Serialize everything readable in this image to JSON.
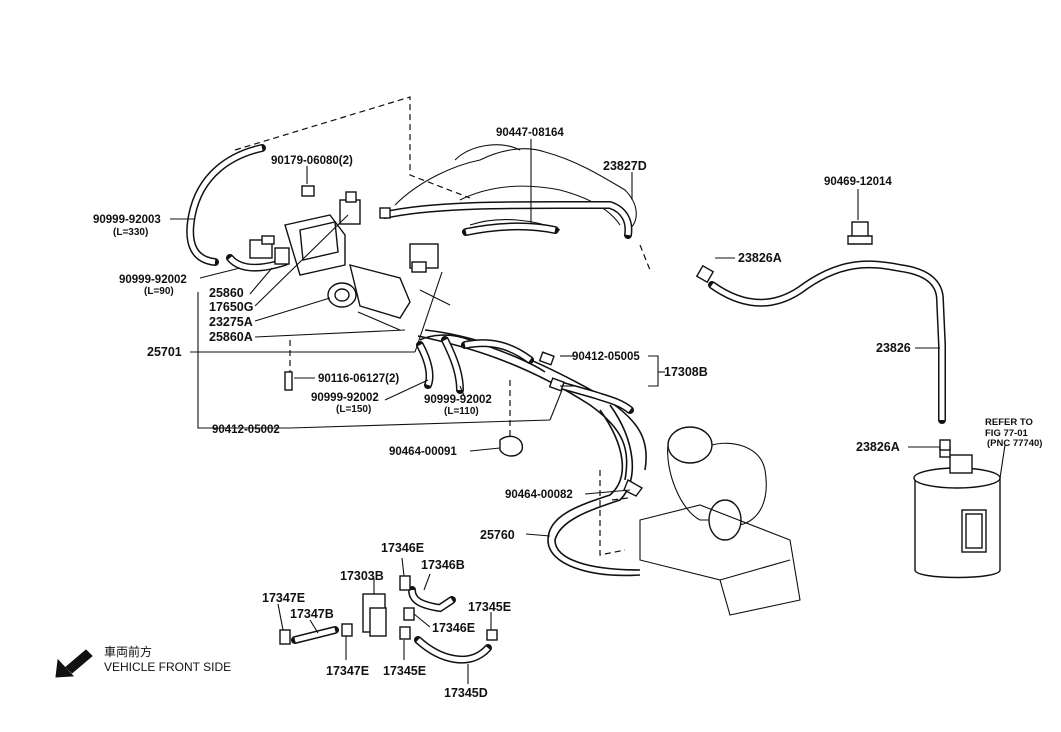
{
  "labels": {
    "p90447_08164": "90447-08164",
    "p23827D": "23827D",
    "p90179_06080": "90179-06080(2)",
    "p90469_12014": "90469-12014",
    "p90999_92003": "90999-92003",
    "p90999_92003_len": "(L=330)",
    "p23826A_top": "23826A",
    "p90999_92002_a": "90999-92002",
    "p90999_92002_a_len": "(L=90)",
    "p25860": "25860",
    "p17650G": "17650G",
    "p23275A": "23275A",
    "p25860A": "25860A",
    "p25701": "25701",
    "p23826": "23826",
    "p90412_05005": "90412-05005",
    "p17308B": "17308B",
    "p90116_06127": "90116-06127(2)",
    "p90999_92002_b": "90999-92002",
    "p90999_92002_b_len": "(L=150)",
    "p90999_92002_c": "90999-92002",
    "p90999_92002_c_len": "(L=110)",
    "p90412_05002": "90412-05002",
    "refer_line1": "REFER TO",
    "refer_line2": "FIG 77-01",
    "refer_line3": "(PNC 77740)",
    "p23826A_bottom": "23826A",
    "p90464_00091": "90464-00091",
    "p90464_00082": "90464-00082",
    "p25760": "25760",
    "p17346E_top": "17346E",
    "p17303B": "17303B",
    "p17346B": "17346B",
    "p17347E_top": "17347E",
    "p17347B": "17347B",
    "p17345E_right": "17345E",
    "p17346E_right": "17346E",
    "p17347E_bottom": "17347E",
    "p17345E_bottom": "17345E",
    "p17345D": "17345D"
  },
  "legend": {
    "japanese": "車両前方",
    "english": "VEHICLE FRONT SIDE"
  },
  "icons": {
    "front_arrow": "arrow-down-left-icon"
  }
}
